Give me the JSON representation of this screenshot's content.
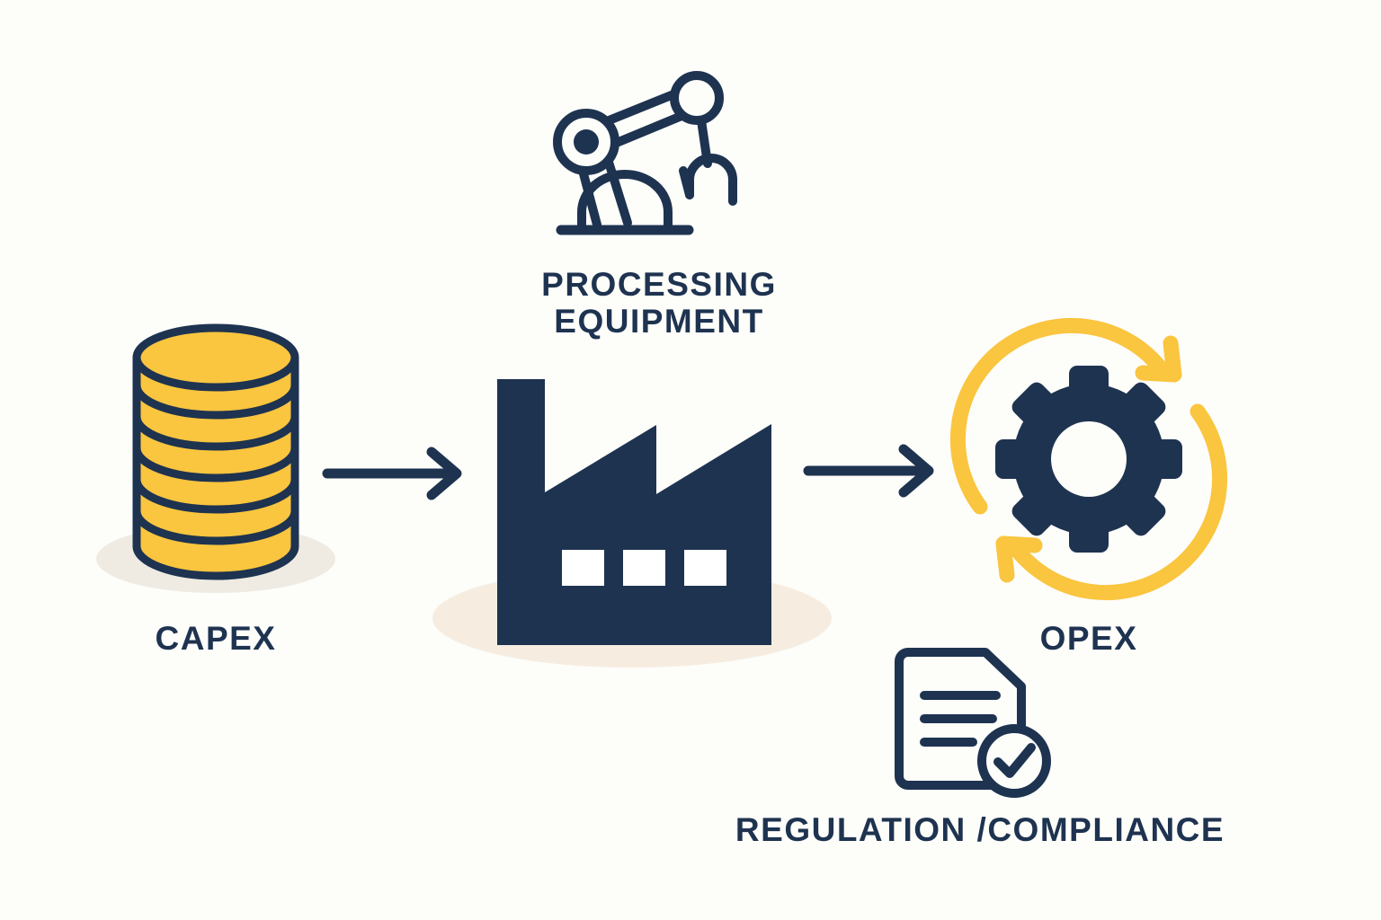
{
  "diagram": {
    "type": "process-flow",
    "title": "",
    "background_color": "#FDFDFA",
    "colors": {
      "navy": "#1E3350",
      "yellow": "#FAC53F",
      "shadow_beige": "#F6EDE0",
      "shadow_grey_beige": "#EFEBE2",
      "white": "#FFFFFF"
    },
    "nodes": [
      {
        "id": "capex",
        "label": "CAPEX",
        "icon": "coin-stack-icon",
        "icon_description": "stack of seven gold coins with navy outlines",
        "color": "#FAC53F"
      },
      {
        "id": "processing-equipment",
        "label": "PROCESSING EQUIPMENT",
        "label_line_1": "PROCESSING",
        "label_line_2": "EQUIPMENT",
        "icon": "robotic-arm-icon",
        "icon_description": "outline robotic arm with gripper claw and base",
        "color": "#1E3350"
      },
      {
        "id": "factory",
        "label": "",
        "icon": "factory-icon",
        "icon_description": "solid navy factory silhouette with chimney, two sawtooth roof peaks and three white windows",
        "color": "#1E3350"
      },
      {
        "id": "opex",
        "label": "OPEX",
        "icon": "gear-recycle-icon",
        "icon_description": "navy gear inside yellow circular arrows",
        "color": "#1E3350"
      },
      {
        "id": "regulation-compliance",
        "label": "REGULATION /COMPLIANCE",
        "icon": "document-check-icon",
        "icon_description": "document with folded corner, three text lines and a check mark badge",
        "color": "#1E3350"
      }
    ],
    "arrows": [
      {
        "id": "capex-to-factory",
        "from": "capex",
        "to": "factory",
        "direction": "right",
        "color": "#1E3350"
      },
      {
        "id": "factory-to-opex",
        "from": "factory",
        "to": "opex",
        "direction": "right",
        "color": "#1E3350"
      }
    ]
  }
}
